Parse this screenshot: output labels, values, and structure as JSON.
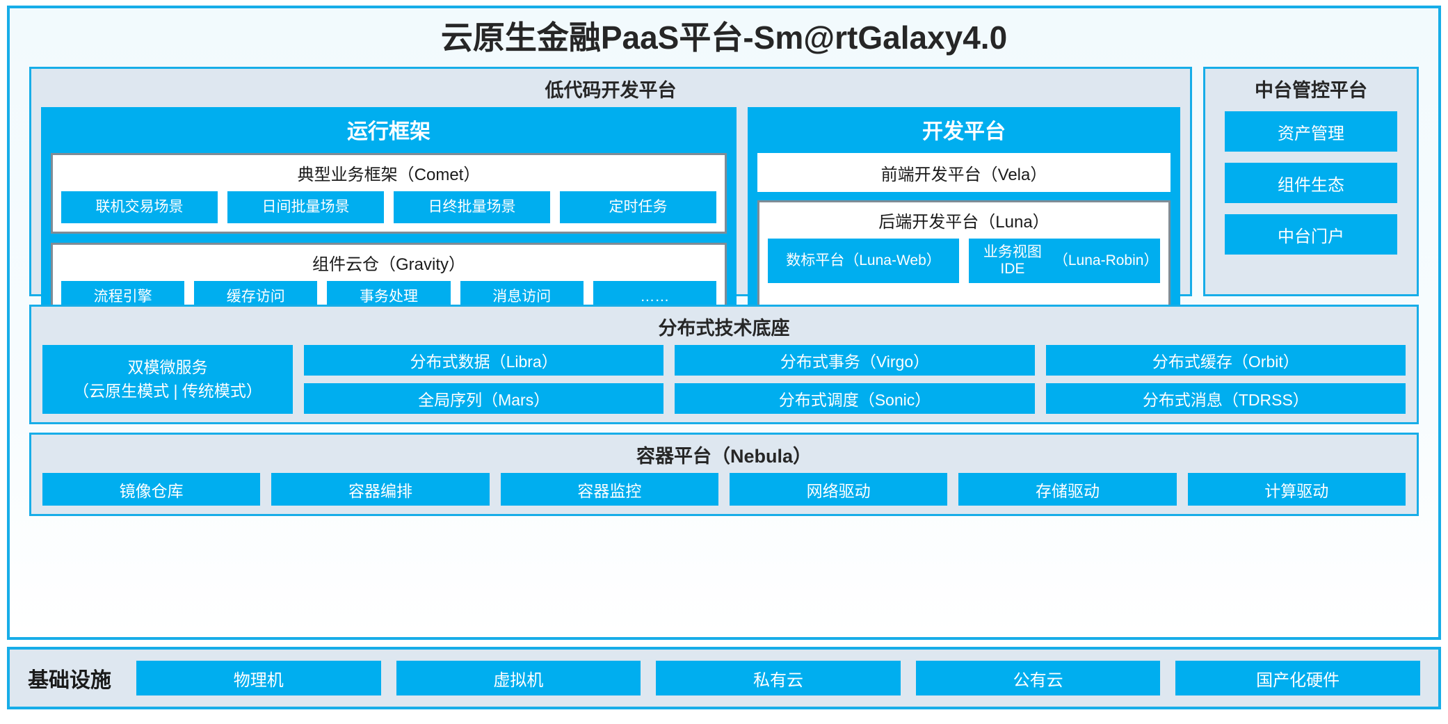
{
  "title": "云原生金融PaaS平台-Sm@rtGalaxy4.0",
  "colors": {
    "accent_blue": "#00AEEF",
    "border_blue": "#17ADE8",
    "panel_bg": "#DEE7F0",
    "box_border_gray": "#7F8C96",
    "text_dark": "#262626",
    "text_white": "#FFFFFF"
  },
  "lowcode": {
    "title": "低代码开发平台",
    "runtime": {
      "title": "运行框架",
      "comet": {
        "title": "典型业务框架（Comet）",
        "items": [
          "联机交易场景",
          "日间批量场景",
          "日终批量场景",
          "定时任务"
        ]
      },
      "gravity": {
        "title": "组件云仓（Gravity）",
        "items": [
          "流程引擎",
          "缓存访问",
          "事务处理",
          "消息访问",
          "……"
        ]
      }
    },
    "devplatform": {
      "title": "开发平台",
      "frontend": "前端开发平台（Vela）",
      "backend": {
        "title": "后端开发平台（Luna）",
        "items": [
          "数标平台\n（Luna-Web）",
          "业务视图IDE\n（Luna-Robin）"
        ]
      }
    }
  },
  "console": {
    "title": "中台管控平台",
    "items": [
      "资产管理",
      "组件生态",
      "中台门户"
    ]
  },
  "distributed": {
    "title": "分布式技术底座",
    "wide": "双模微服务\n（云原生模式 | 传统模式）",
    "grid": [
      [
        "分布式数据（Libra）",
        "全局序列（Mars）"
      ],
      [
        "分布式事务（Virgo）",
        "分布式调度（Sonic）"
      ],
      [
        "分布式缓存（Orbit）",
        "分布式消息（TDRSS）"
      ]
    ]
  },
  "container": {
    "title": "容器平台（Nebula）",
    "items": [
      "镜像仓库",
      "容器编排",
      "容器监控",
      "网络驱动",
      "存储驱动",
      "计算驱动"
    ]
  },
  "infrastructure": {
    "label": "基础设施",
    "items": [
      "物理机",
      "虚拟机",
      "私有云",
      "公有云",
      "国产化硬件"
    ]
  }
}
